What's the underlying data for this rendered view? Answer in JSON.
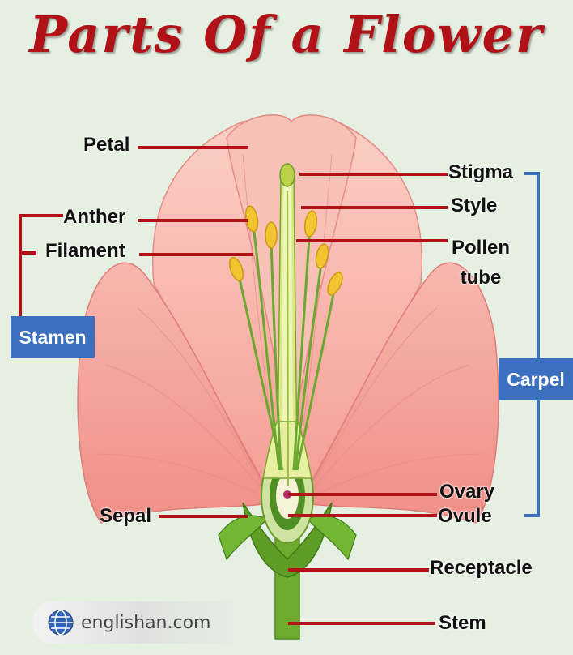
{
  "title": "Parts Of a Flower",
  "labels": {
    "petal": "Petal",
    "anther": "Anther",
    "filament": "Filament",
    "sepal": "Sepal",
    "stigma": "Stigma",
    "style": "Style",
    "pollen_tube": "Pollen tube",
    "ovary": "Ovary",
    "ovule": "Ovule",
    "receptacle": "Receptacle",
    "stem": "Stem"
  },
  "groups": {
    "stamen": "Stamen",
    "carpel": "Carpel"
  },
  "footer": {
    "website": "englishan.com"
  },
  "colors": {
    "title": "#b01217",
    "leader_line": "#b01217",
    "bracket_left": "#b01217",
    "bracket_right": "#3c6fbe",
    "group_box": "#3c6fbe",
    "petal": "#f3a39b",
    "stem": "#6cab2e"
  }
}
